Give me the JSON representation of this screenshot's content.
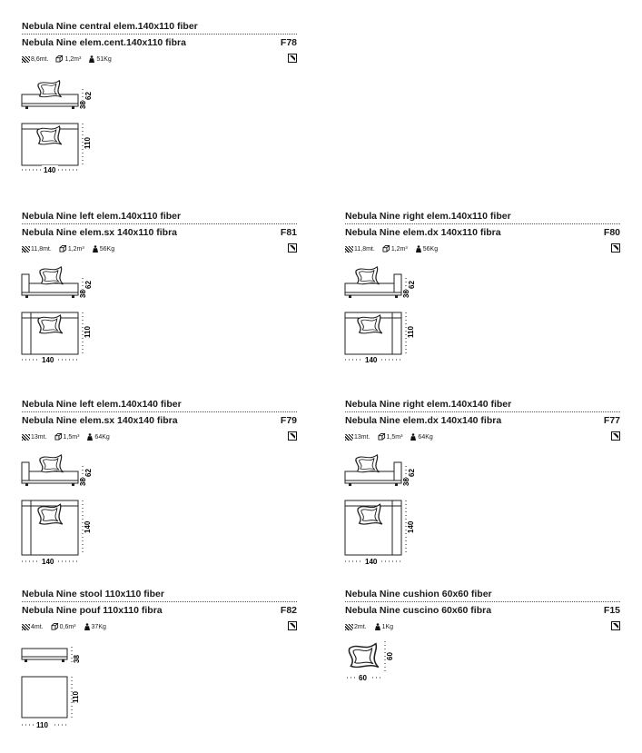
{
  "items": [
    {
      "title_en": "Nebula Nine central elem.140x110 fiber",
      "title_it": "Nebula Nine elem.cent.140x110 fibra",
      "code": "F78",
      "fabric": "8,6mt.",
      "volume": "1,2m³",
      "weight": "51Kg",
      "side_h": "38",
      "total_h": "62",
      "depth": "110",
      "width": "140"
    },
    {
      "title_en": "Nebula Nine left elem.140x110 fiber",
      "title_it": "Nebula Nine elem.sx 140x110 fibra",
      "code": "F81",
      "fabric": "11,8mt.",
      "volume": "1,2m³",
      "weight": "56Kg",
      "side_h": "38",
      "total_h": "62",
      "depth": "110",
      "width": "140"
    },
    {
      "title_en": "Nebula Nine right elem.140x110 fiber",
      "title_it": "Nebula Nine elem.dx 140x110 fibra",
      "code": "F80",
      "fabric": "11,8mt.",
      "volume": "1,2m³",
      "weight": "56Kg",
      "side_h": "38",
      "total_h": "62",
      "depth": "110",
      "width": "140"
    },
    {
      "title_en": "Nebula Nine left elem.140x140 fiber",
      "title_it": "Nebula Nine elem.sx 140x140 fibra",
      "code": "F79",
      "fabric": "13mt.",
      "volume": "1,5m³",
      "weight": "64Kg",
      "side_h": "38",
      "total_h": "62",
      "depth": "140",
      "width": "140"
    },
    {
      "title_en": "Nebula Nine right elem.140x140 fiber",
      "title_it": "Nebula Nine elem.dx 140x140 fibra",
      "code": "F77",
      "fabric": "13mt.",
      "volume": "1,5m³",
      "weight": "64Kg",
      "side_h": "38",
      "total_h": "62",
      "depth": "140",
      "width": "140"
    },
    {
      "title_en": "Nebula Nine stool 110x110 fiber",
      "title_it": "Nebula Nine pouf 110x110 fibra",
      "code": "F82",
      "fabric": "4mt.",
      "volume": "0,6m³",
      "weight": "37Kg",
      "side_h": "38",
      "depth": "110",
      "width": "110"
    },
    {
      "title_en": "Nebula Nine cushion 60x60 fiber",
      "title_it": "Nebula Nine cuscino 60x60 fibra",
      "code": "F15",
      "fabric": "2mt.",
      "weight": "1Kg",
      "depth": "60",
      "width": "60"
    }
  ]
}
